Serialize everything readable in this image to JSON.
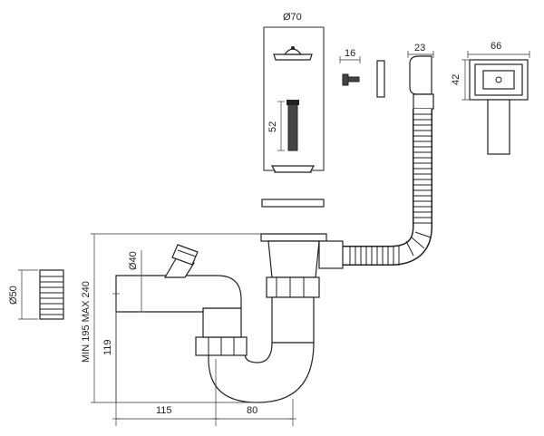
{
  "drawing": {
    "dimensions": {
      "strainer_diameter": "Ø70",
      "strainer_screw_length": "52",
      "screw_length": "16",
      "overflow_depth": "23",
      "overflow_width": "66",
      "overflow_height": "42",
      "hose_diameter": "Ø50",
      "outlet_diameter": "Ø40",
      "height_range": "MIN 195 MAX 240",
      "outlet_height": "119",
      "trap_offset": "115",
      "trap_width": "80"
    },
    "colors": {
      "line": "#222222",
      "fill": "#ffffff",
      "shade": "#444444"
    }
  }
}
